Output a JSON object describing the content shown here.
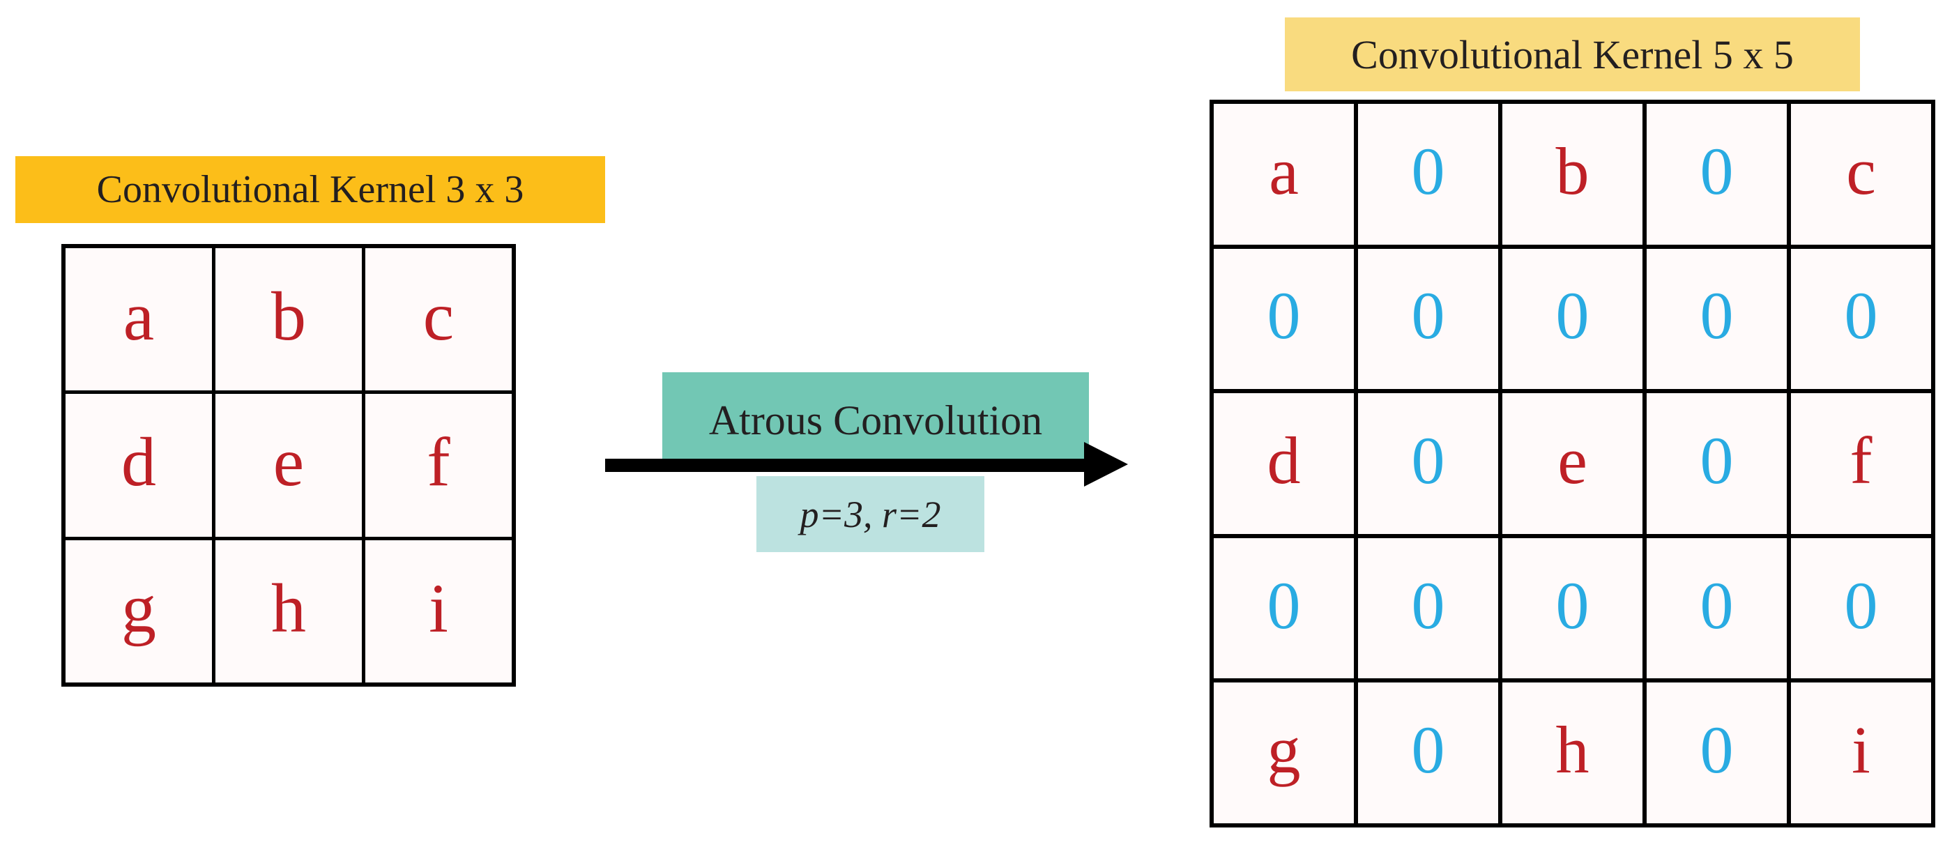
{
  "diagram": {
    "title_left": "Convolutional Kernel 3 x 3",
    "title_right": "Convolutional Kernel 5 x 5",
    "transform_label": "Atrous Convolution",
    "transform_params": "p=3, r=2",
    "arrow_direction": "right"
  },
  "colors": {
    "letter_red": "#BE2026",
    "zero_blue": "#29ABE2",
    "banner_left_bg": "#FCBE19",
    "banner_right_bg": "#F9DB7F",
    "transform_bg": "#72C7B4",
    "params_bg": "#BCE2E0",
    "grid_line": "#000000",
    "cell_bg": "#FFFAFA",
    "arrow": "#000000"
  },
  "chart_data": {
    "type": "table",
    "title": "Atrous (dilated) convolution kernel expansion",
    "source_kernel": {
      "label": "Convolutional Kernel 3 x 3",
      "rows": 3,
      "cols": 3,
      "cells": [
        [
          "a",
          "b",
          "c"
        ],
        [
          "d",
          "e",
          "f"
        ],
        [
          "g",
          "h",
          "i"
        ]
      ]
    },
    "result_kernel": {
      "label": "Convolutional Kernel 5 x 5",
      "rows": 5,
      "cols": 5,
      "cells": [
        [
          "a",
          "0",
          "b",
          "0",
          "c"
        ],
        [
          "0",
          "0",
          "0",
          "0",
          "0"
        ],
        [
          "d",
          "0",
          "e",
          "0",
          "f"
        ],
        [
          "0",
          "0",
          "0",
          "0",
          "0"
        ],
        [
          "g",
          "0",
          "h",
          "0",
          "i"
        ]
      ]
    },
    "annotations": [
      "Atrous Convolution",
      "p=3, r=2"
    ]
  },
  "grid_3x3": {
    "cells": [
      {
        "v": "a",
        "kind": "letter"
      },
      {
        "v": "b",
        "kind": "letter"
      },
      {
        "v": "c",
        "kind": "letter"
      },
      {
        "v": "d",
        "kind": "letter"
      },
      {
        "v": "e",
        "kind": "letter"
      },
      {
        "v": "f",
        "kind": "letter"
      },
      {
        "v": "g",
        "kind": "letter"
      },
      {
        "v": "h",
        "kind": "letter"
      },
      {
        "v": "i",
        "kind": "letter"
      }
    ]
  },
  "grid_5x5": {
    "cells": [
      {
        "v": "a",
        "kind": "letter"
      },
      {
        "v": "0",
        "kind": "zero"
      },
      {
        "v": "b",
        "kind": "letter"
      },
      {
        "v": "0",
        "kind": "zero"
      },
      {
        "v": "c",
        "kind": "letter"
      },
      {
        "v": "0",
        "kind": "zero"
      },
      {
        "v": "0",
        "kind": "zero"
      },
      {
        "v": "0",
        "kind": "zero"
      },
      {
        "v": "0",
        "kind": "zero"
      },
      {
        "v": "0",
        "kind": "zero"
      },
      {
        "v": "d",
        "kind": "letter"
      },
      {
        "v": "0",
        "kind": "zero"
      },
      {
        "v": "e",
        "kind": "letter"
      },
      {
        "v": "0",
        "kind": "zero"
      },
      {
        "v": "f",
        "kind": "letter"
      },
      {
        "v": "0",
        "kind": "zero"
      },
      {
        "v": "0",
        "kind": "zero"
      },
      {
        "v": "0",
        "kind": "zero"
      },
      {
        "v": "0",
        "kind": "zero"
      },
      {
        "v": "0",
        "kind": "zero"
      },
      {
        "v": "g",
        "kind": "letter"
      },
      {
        "v": "0",
        "kind": "zero"
      },
      {
        "v": "h",
        "kind": "letter"
      },
      {
        "v": "0",
        "kind": "zero"
      },
      {
        "v": "i",
        "kind": "letter"
      }
    ]
  }
}
